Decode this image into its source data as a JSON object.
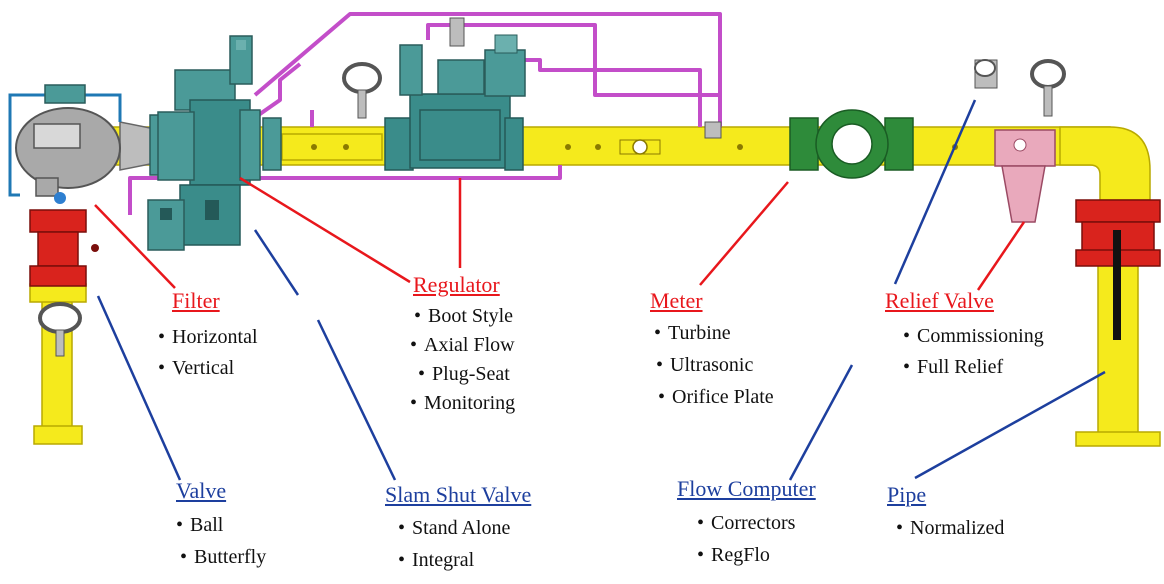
{
  "labels": {
    "filter": {
      "title": "Filter",
      "items": [
        "Horizontal",
        "Vertical"
      ]
    },
    "regulator": {
      "title": "Regulator",
      "items": [
        "Boot Style",
        "Axial Flow",
        "Plug-Seat",
        "Monitoring"
      ]
    },
    "meter": {
      "title": "Meter",
      "items": [
        "Turbine",
        "Ultrasonic",
        "Orifice Plate"
      ]
    },
    "relief_valve": {
      "title": "Relief Valve",
      "items": [
        "Commissioning",
        "Full Relief"
      ]
    },
    "valve": {
      "title": "Valve",
      "items": [
        "Ball",
        "Butterfly"
      ]
    },
    "slam_shut_valve": {
      "title": "Slam Shut Valve",
      "items": [
        "Stand Alone",
        "Integral"
      ]
    },
    "flow_computer": {
      "title": "Flow Computer",
      "items": [
        "Correctors",
        "RegFlo"
      ]
    },
    "pipe": {
      "title": "Pipe",
      "items": [
        "Normalized"
      ]
    }
  },
  "colors": {
    "pipe": "#f5ea1c",
    "filter_body": "#a9a9a9",
    "regulator_teal": "#3a8c8a",
    "meter_green": "#2e8b3a",
    "valve_red": "#d9231d",
    "relief_pink": "#e9a9bc",
    "sense_line": "#c34ec9",
    "callout_red": "#e8171c",
    "callout_blue": "#1d3f9e"
  }
}
